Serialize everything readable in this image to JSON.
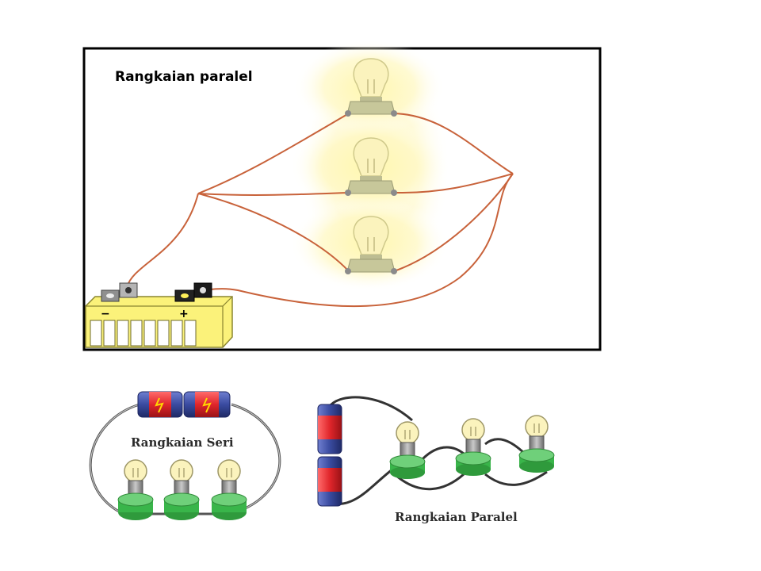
{
  "top_panel": {
    "title": "Rangkaian paralel",
    "battery": {
      "minus_sign": "−",
      "plus_sign": "+"
    },
    "bulb_count": 3,
    "wire_color": "#c8623a",
    "glow_color": "#fff4a6",
    "battery_color": "#fbf27a"
  },
  "series_diagram": {
    "label": "Rangkaian Seri",
    "cell_count": 2,
    "bulb_count": 3
  },
  "parallel_diagram": {
    "label": "Rangkaian Paralel",
    "cell_count": 2,
    "bulb_count": 3
  },
  "colors": {
    "cell_blue": "#3e4fa1",
    "cell_red": "#e0262b",
    "base_green": "#39b54a",
    "socket_grey": "#8c8c8c",
    "glass": "#fbf3bd",
    "wire_dark": "#333333"
  }
}
